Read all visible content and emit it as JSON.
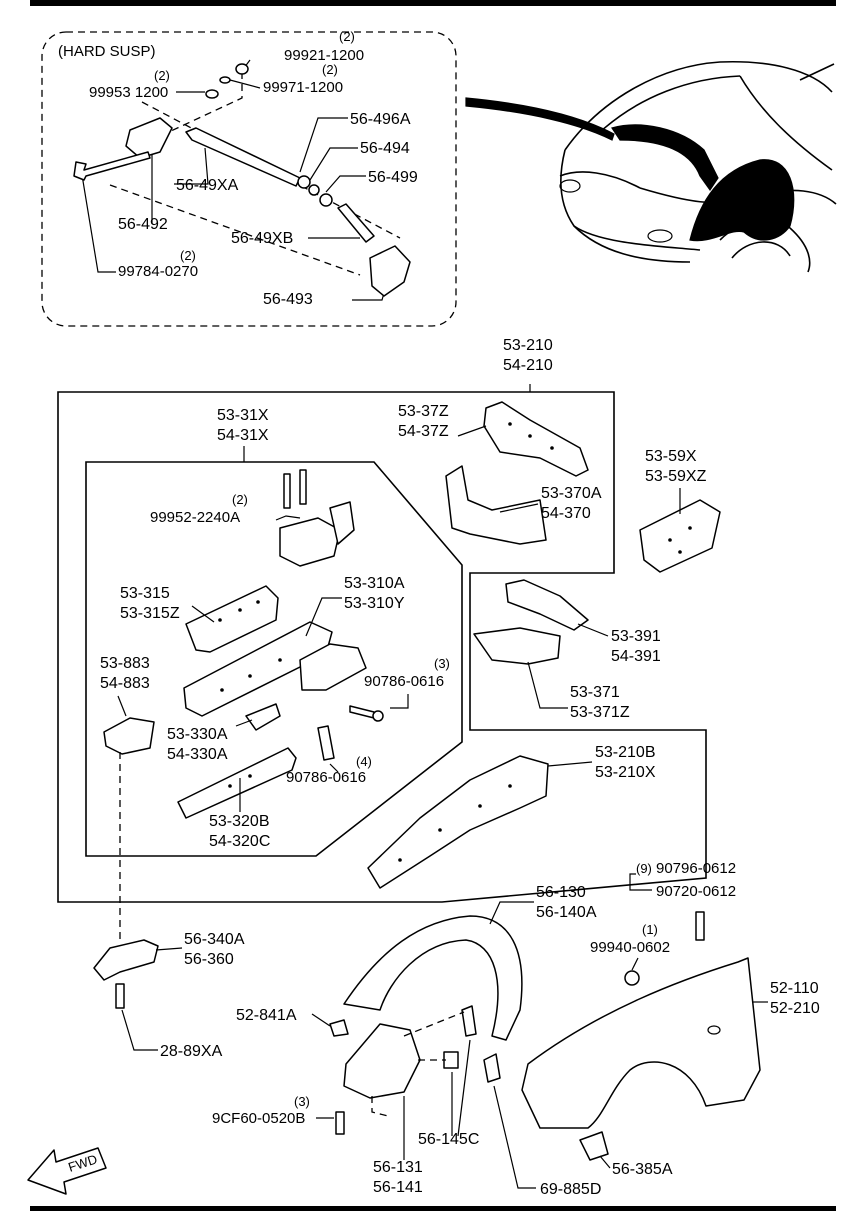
{
  "inset": {
    "title": "(HARD SUSP)",
    "parts": {
      "p99921": {
        "code": "99921-1200",
        "qty": "(2)"
      },
      "p99953": {
        "code": "99953 1200",
        "qty": "(2)"
      },
      "p99971": {
        "code": "99971-1200",
        "qty": "(2)"
      },
      "p56496a": {
        "code": "56-496A"
      },
      "p56494": {
        "code": "56-494"
      },
      "p5649xa": {
        "code": "56-49XA"
      },
      "p56499": {
        "code": "56-499"
      },
      "p56492": {
        "code": "56-492"
      },
      "p5649xb": {
        "code": "56-49XB"
      },
      "p99784": {
        "code": "99784-0270",
        "qty": "(2)"
      },
      "p56493": {
        "code": "56-493"
      }
    }
  },
  "labels": {
    "l53210": {
      "a": "53-210",
      "b": "54-210"
    },
    "l5331x": {
      "a": "53-31X",
      "b": "54-31X"
    },
    "l5337z": {
      "a": "53-37Z",
      "b": "54-37Z"
    },
    "l5359x": {
      "a": "53-59X",
      "b": "53-59XZ"
    },
    "l99952": {
      "code": "99952-2240A",
      "qty": "(2)"
    },
    "l53370a": {
      "a": "53-370A",
      "b": "54-370"
    },
    "l53315": {
      "a": "53-315",
      "b": "53-315Z"
    },
    "l53310a": {
      "a": "53-310A",
      "b": "53-310Y"
    },
    "l53391": {
      "a": "53-391",
      "b": "54-391"
    },
    "l53883": {
      "a": "53-883",
      "b": "54-883"
    },
    "l90786a": {
      "code": "90786-0616",
      "qty": "(3)"
    },
    "l53371": {
      "a": "53-371",
      "b": "53-371Z"
    },
    "l53330a": {
      "a": "53-330A",
      "b": "54-330A"
    },
    "l90786b": {
      "code": "90786-0616",
      "qty": "(4)"
    },
    "l53210b": {
      "a": "53-210B",
      "b": "53-210X"
    },
    "l53320b": {
      "a": "53-320B",
      "b": "54-320C"
    },
    "l90796": {
      "code": "90796-0612",
      "qty": "(9)"
    },
    "l90720": {
      "code": "90720-0612"
    },
    "l56130": {
      "a": "56-130",
      "b": "56-140A"
    },
    "l56340a": {
      "a": "56-340A",
      "b": "56-360"
    },
    "l99940": {
      "code": "99940-0602",
      "qty": "(1)"
    },
    "l52110": {
      "a": "52-110",
      "b": "52-210"
    },
    "l52841a": {
      "code": "52-841A"
    },
    "l2889xa": {
      "code": "28-89XA"
    },
    "l9cf60": {
      "code": "9CF60-0520B",
      "qty": "(3)"
    },
    "l56145c": {
      "code": "56-145C"
    },
    "l56131": {
      "a": "56-131",
      "b": "56-141"
    },
    "l56385a": {
      "code": "56-385A"
    },
    "l69885d": {
      "code": "69-885D"
    }
  },
  "fwd_arrow": {
    "label": "FWD"
  }
}
